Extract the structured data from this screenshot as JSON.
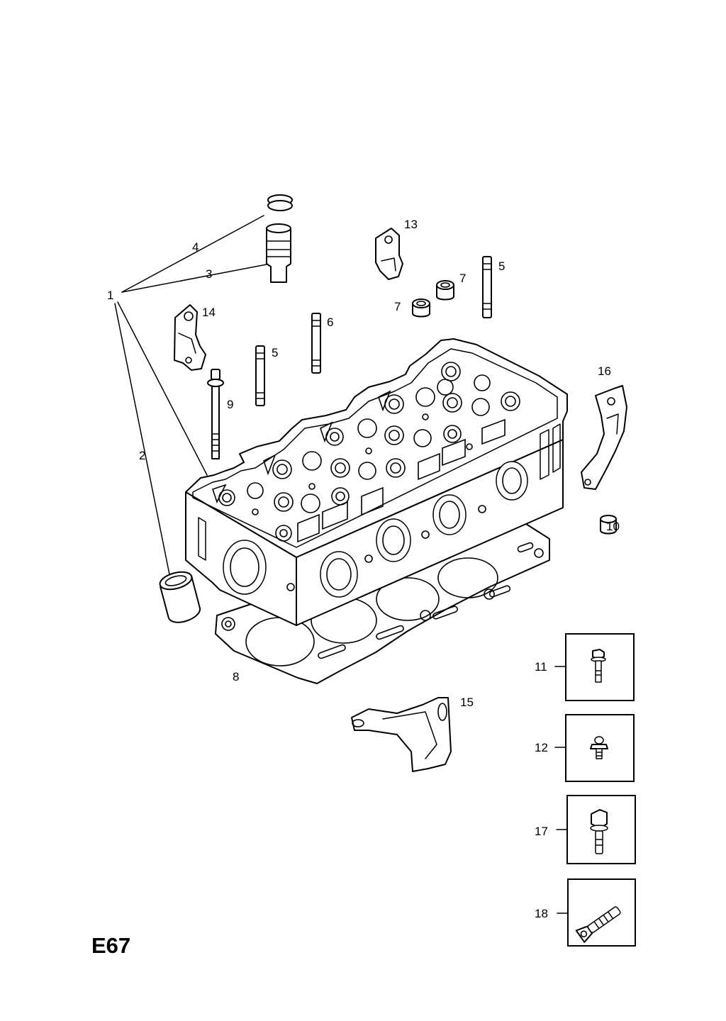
{
  "diagram": {
    "code": "E67",
    "callouts": {
      "c1": "1",
      "c2": "2",
      "c3": "3",
      "c4": "4",
      "c5a": "5",
      "c5b": "5",
      "c6": "6",
      "c7a": "7",
      "c7b": "7",
      "c8": "8",
      "c9": "9",
      "c10": "10",
      "c11": "11",
      "c12": "12",
      "c13": "13",
      "c14": "14",
      "c15": "15",
      "c16": "16",
      "c17": "17",
      "c18": "18"
    }
  }
}
